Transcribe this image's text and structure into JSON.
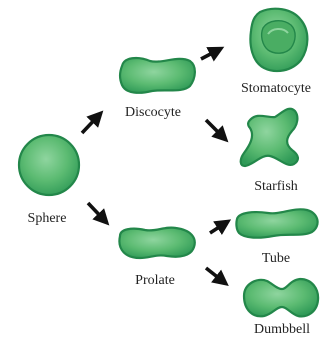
{
  "diagram": {
    "nodes": {
      "sphere": "Sphere",
      "discocyte": "Discocyte",
      "prolate": "Prolate",
      "stomatocyte": "Stomatocyte",
      "starfish": "Starfish",
      "tube": "Tube",
      "dumbbell": "Dumbbell"
    },
    "transitions": [
      [
        "sphere",
        "discocyte"
      ],
      [
        "sphere",
        "prolate"
      ],
      [
        "discocyte",
        "stomatocyte"
      ],
      [
        "discocyte",
        "starfish"
      ],
      [
        "prolate",
        "tube"
      ],
      [
        "prolate",
        "dumbbell"
      ]
    ]
  },
  "colors": {
    "cell_fill": "#5cbb72",
    "cell_edge": "#23874a",
    "cell_highlight": "#8fd59f",
    "arrow": "#111111",
    "label": "#222222"
  }
}
